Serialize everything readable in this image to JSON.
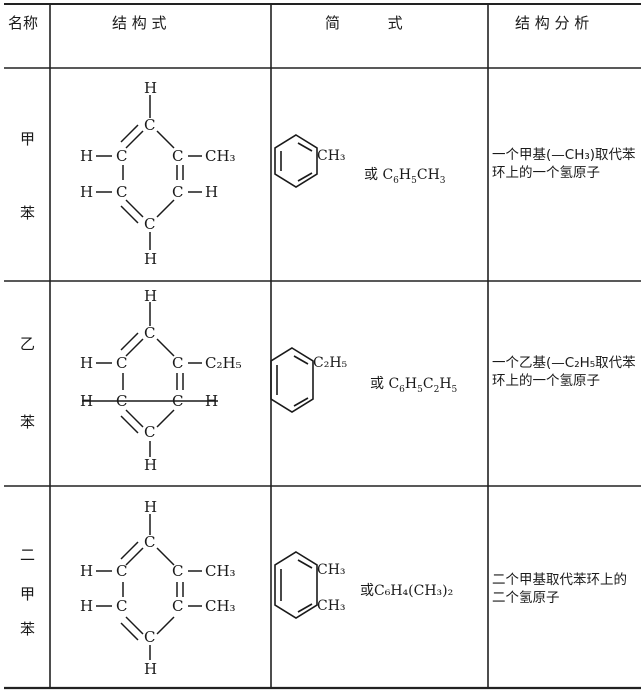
{
  "header": {
    "name": "名称",
    "structural": "结 构 式",
    "simple": "简          式",
    "analysis": "结 构 分 析"
  },
  "rows": [
    {
      "name": [
        "甲",
        "苯"
      ],
      "substituents": [
        "CH",
        "3"
      ],
      "simple_group": [
        "CH",
        "3"
      ],
      "formula_prefix": "或 ",
      "formula": [
        [
          "C",
          "6"
        ],
        [
          "H",
          "5"
        ],
        [
          "CH",
          "3"
        ]
      ],
      "analysis": "一个甲基(—CH₃)取代苯环上的一个氢原子"
    },
    {
      "name": [
        "乙",
        "苯"
      ],
      "substituents": [
        "C",
        "2",
        "H",
        "5"
      ],
      "simple_group": [
        "C",
        "2",
        "H",
        "5"
      ],
      "formula_prefix": "或 ",
      "formula": [
        [
          "C",
          "6"
        ],
        [
          "H",
          "5"
        ],
        [
          "C",
          "2"
        ],
        [
          "H",
          "5"
        ]
      ],
      "analysis": "一个乙基(—C₂H₅取代苯环上的一个氢原子"
    },
    {
      "name": [
        "二",
        "甲",
        "苯"
      ],
      "substituents": [
        "CH",
        "3"
      ],
      "simple_group": [
        "CH",
        "3"
      ],
      "formula_prefix": "或",
      "formula": "C₆H₄(CH₃)₂",
      "analysis": "二个甲基取代苯环上的二个氢原子"
    }
  ],
  "atoms": {
    "H": "H",
    "C": "C",
    "CH3": "CH₃",
    "C2H5": "C₂H₅"
  }
}
